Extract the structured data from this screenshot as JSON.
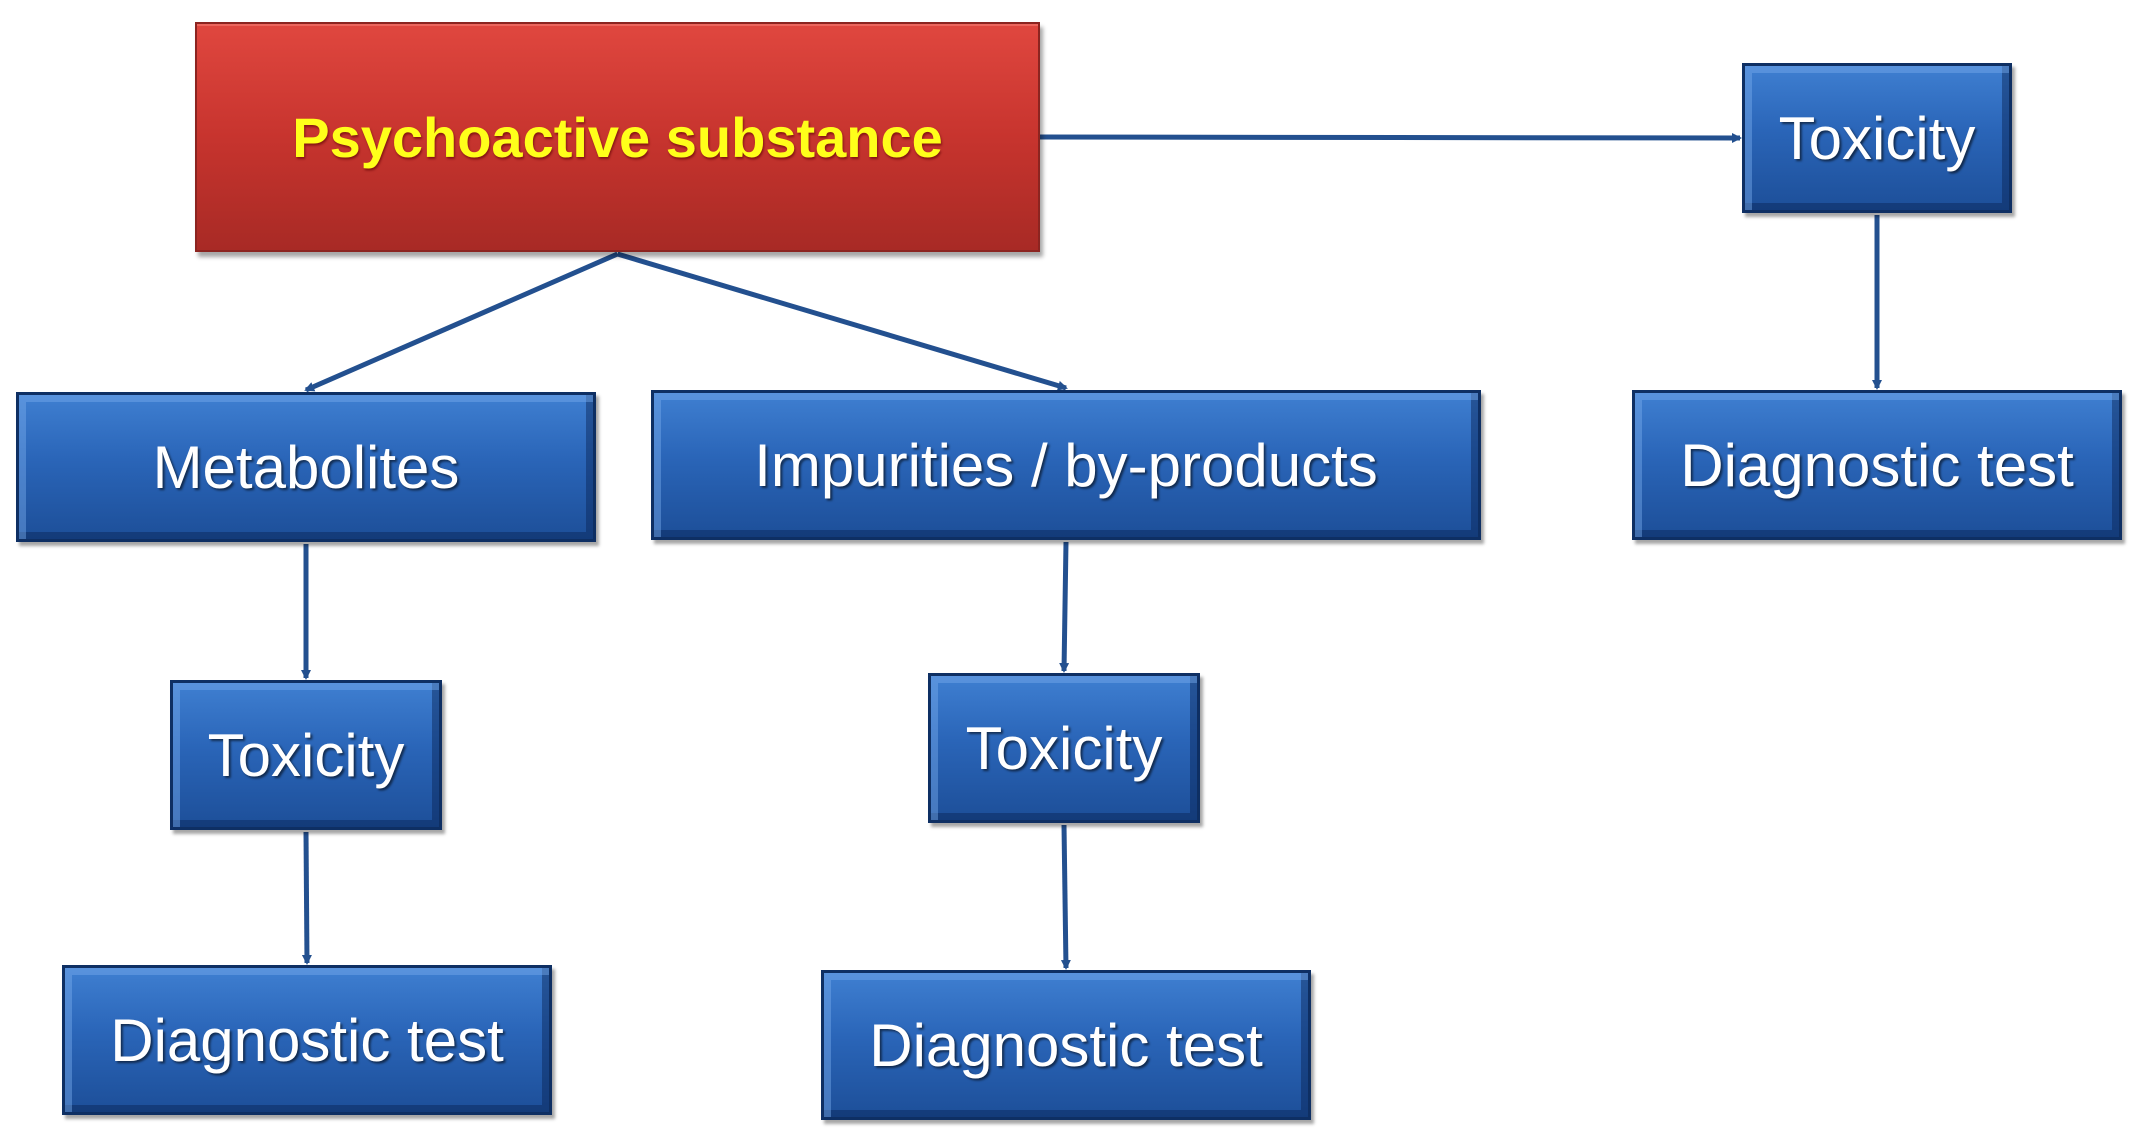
{
  "colors": {
    "root_fill": "#c7342e",
    "root_text": "#ffff1a",
    "node_fill": "#2a65b8",
    "node_text": "#ffffff",
    "connector": "#23508f"
  },
  "nodes": {
    "root": {
      "label": "Psychoactive substance"
    },
    "metabolites": {
      "label": "Metabolites"
    },
    "impurities": {
      "label": "Impurities / by-products"
    },
    "toxicity_main": {
      "label": "Toxicity"
    },
    "diagnostic_main": {
      "label": "Diagnostic test"
    },
    "toxicity_metabolites": {
      "label": "Toxicity"
    },
    "diagnostic_metabolites": {
      "label": "Diagnostic test"
    },
    "toxicity_impurities": {
      "label": "Toxicity"
    },
    "diagnostic_impurities": {
      "label": "Diagnostic test"
    }
  },
  "edges": [
    {
      "from": "root",
      "to": "toxicity_main"
    },
    {
      "from": "root",
      "to": "metabolites"
    },
    {
      "from": "root",
      "to": "impurities"
    },
    {
      "from": "toxicity_main",
      "to": "diagnostic_main"
    },
    {
      "from": "metabolites",
      "to": "toxicity_metabolites"
    },
    {
      "from": "toxicity_metabolites",
      "to": "diagnostic_metabolites"
    },
    {
      "from": "impurities",
      "to": "toxicity_impurities"
    },
    {
      "from": "toxicity_impurities",
      "to": "diagnostic_impurities"
    }
  ]
}
